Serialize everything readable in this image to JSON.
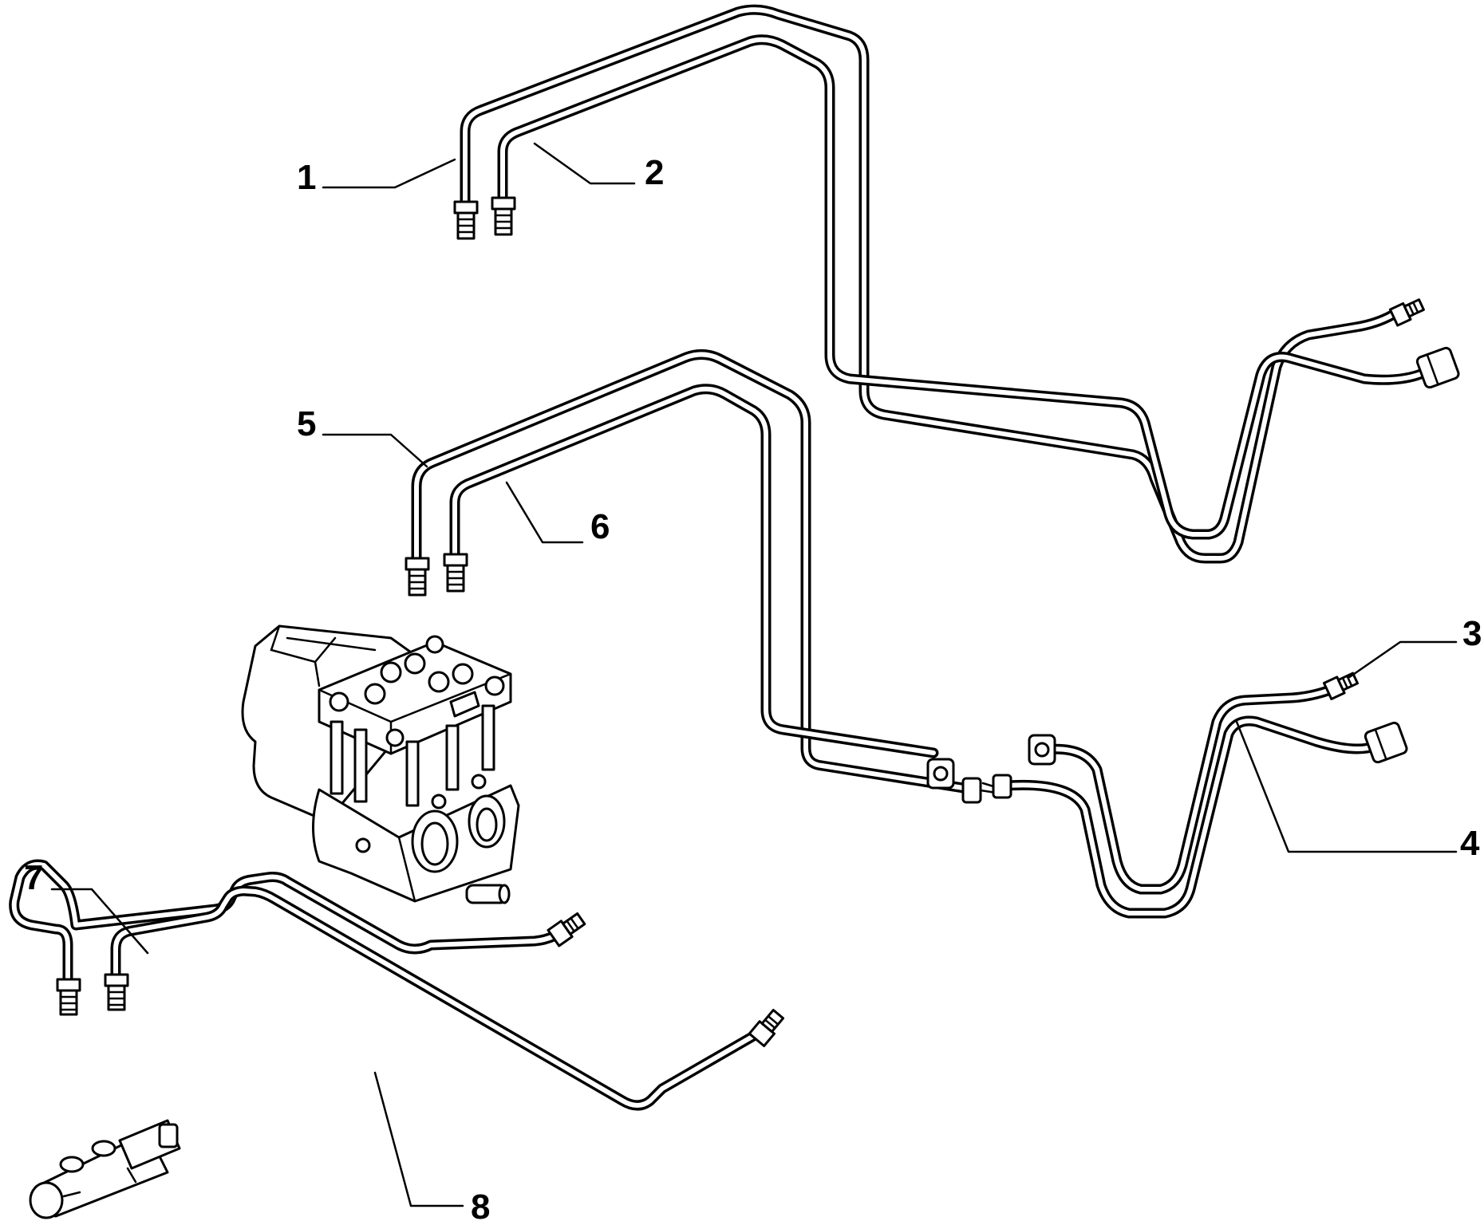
{
  "diagram": {
    "colors": {
      "line": "#000000",
      "background": "#ffffff"
    },
    "callouts": [
      {
        "id": "1",
        "label": "1"
      },
      {
        "id": "2",
        "label": "2"
      },
      {
        "id": "3",
        "label": "3"
      },
      {
        "id": "4",
        "label": "4"
      },
      {
        "id": "5",
        "label": "5"
      },
      {
        "id": "6",
        "label": "6"
      },
      {
        "id": "7",
        "label": "7"
      },
      {
        "id": "8",
        "label": "8"
      }
    ],
    "parts": [
      {
        "id": "abs-modulator",
        "icon": "abs-hydraulic-unit-icon"
      },
      {
        "id": "master-cylinder",
        "icon": "brake-master-cylinder-icon"
      }
    ]
  }
}
